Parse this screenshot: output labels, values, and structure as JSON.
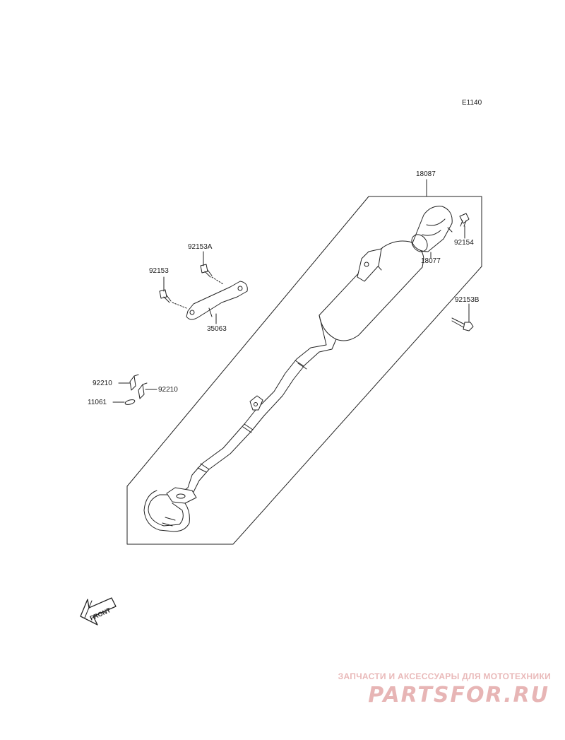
{
  "diagram": {
    "code": "E1140",
    "parts": {
      "p18087": "18087",
      "p18077": "18077",
      "p92154": "92154",
      "p92153A": "92153A",
      "p92153": "92153",
      "p35063": "35063",
      "p92153B": "92153B",
      "p92210a": "92210",
      "p92210b": "92210",
      "p11061": "11061"
    },
    "front_arrow": "FRONT"
  },
  "watermark": {
    "line1": "ЗАПЧАСТИ И АКСЕССУАРЫ ДЛЯ МОТОТЕХНИКИ",
    "line2": "PARTSFOR.RU"
  },
  "colors": {
    "line": "#1a1a1a",
    "watermark": "#e3a8a8"
  }
}
